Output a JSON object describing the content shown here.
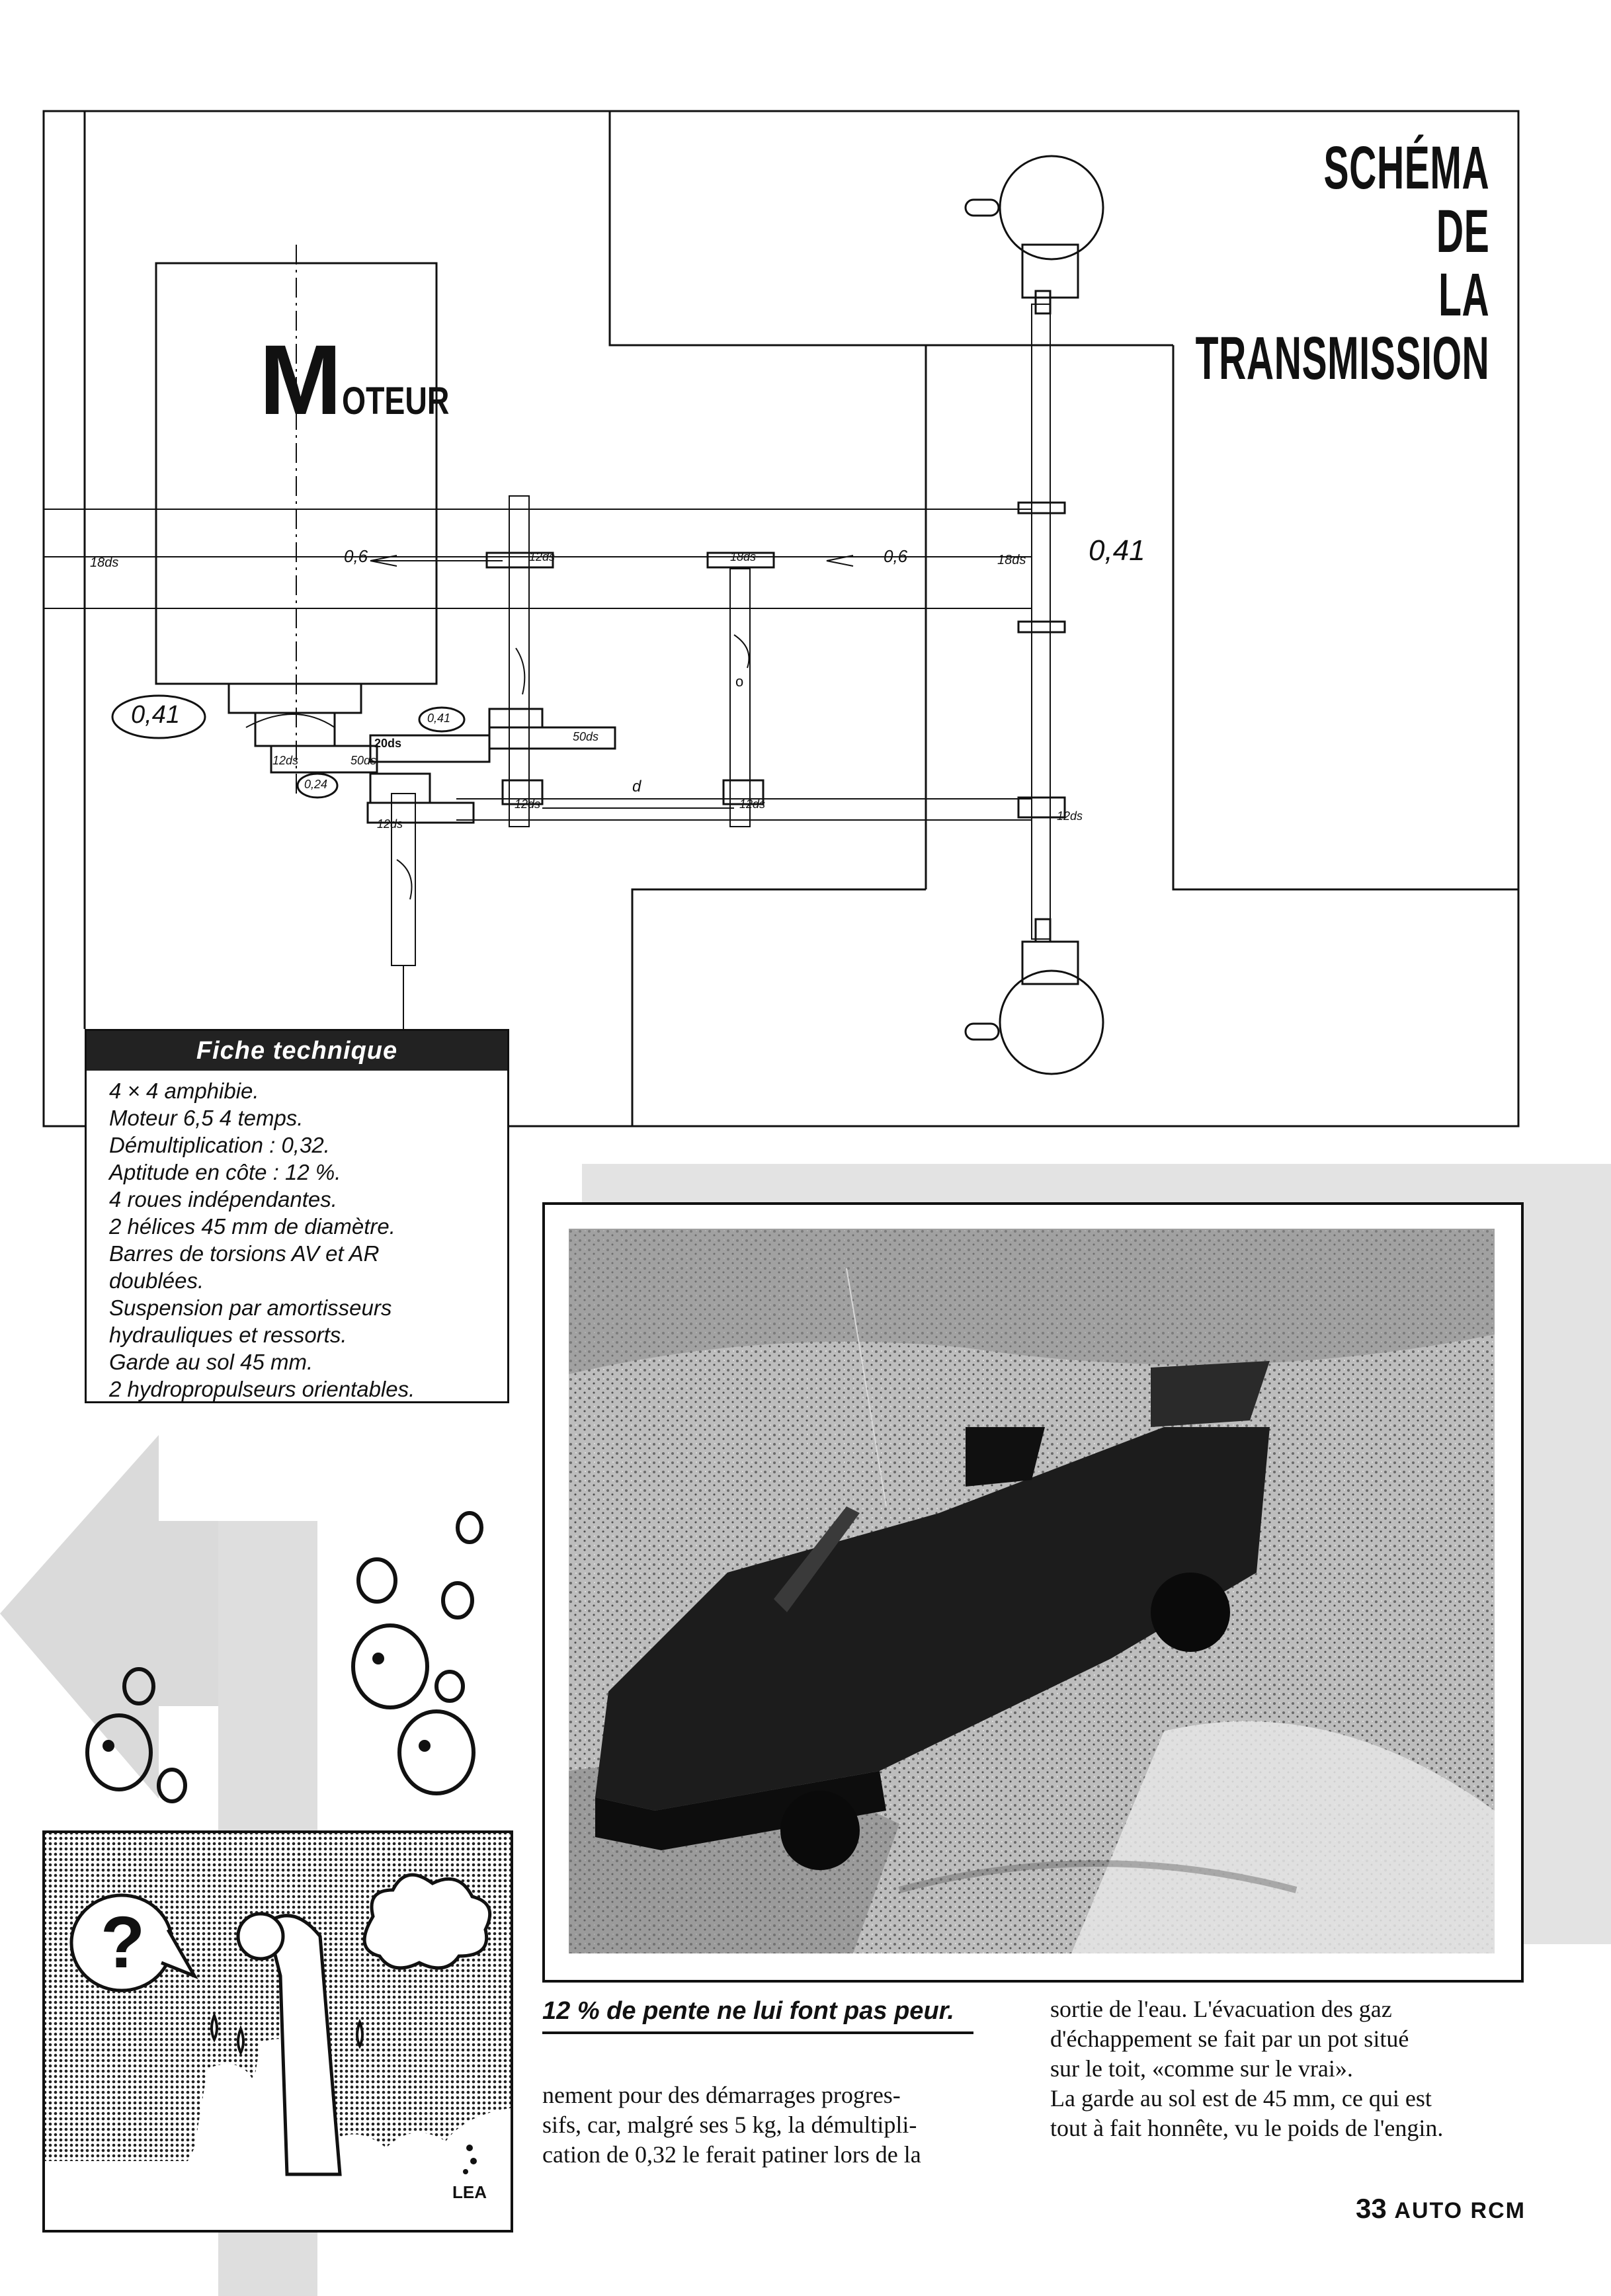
{
  "schema_title": [
    "SCHÉMA",
    "DE",
    "LA",
    "TRANSMISSION"
  ],
  "moteur": {
    "initial": "M",
    "rest": "OTEUR"
  },
  "diagram_labels": {
    "ratio_circle_left": "0,41",
    "ratio_right": "0,41",
    "ratio_06_a": "0,6",
    "ratio_06_b": "0,6",
    "teeth_18_a": "18ds",
    "teeth_12_a": "12ds",
    "teeth_18_b": "18ds",
    "teeth_18_c": "18ds",
    "teeth_20": "20ds",
    "teeth_50_a": "50ds",
    "teeth_50_b": "50ds",
    "teeth_12_b": "12ds",
    "teeth_12_c": "12ds",
    "teeth_12_d": "12ds",
    "teeth_12_e": "12ds",
    "teeth_12_f": "12ds",
    "circle_024": "0,24",
    "circle_041": "0,41",
    "marker_d": "d",
    "marker_o": "o"
  },
  "fiche": {
    "title": "Fiche technique",
    "lines": [
      "4 × 4 amphibie.",
      "Moteur 6,5 4 temps.",
      "Démultiplication : 0,32.",
      "Aptitude en côte : 12 %.",
      "4 roues indépendantes.",
      "2 hélices 45 mm de diamètre.",
      "Barres de torsions AV et AR",
      "doublées.",
      "Suspension par amortisseurs",
      "hydrauliques et ressorts.",
      "Garde au sol 45 mm.",
      "2 hydropropulseurs orientables."
    ]
  },
  "caption": "12 % de pente ne lui font pas peur.",
  "column_left": [
    "nement pour des démarrages progres-",
    "sifs, car, malgré ses 5 kg, la démultipli-",
    "cation de 0,32 le ferait patiner lors de la"
  ],
  "column_right": [
    "sortie de l'eau. L'évacuation des gaz",
    "d'échappement se fait par un pot situé",
    "sur le toit, «comme sur le vrai».",
    "La garde au sol est de 45 mm, ce qui est",
    "tout à fait honnête, vu le poids de l'engin."
  ],
  "cartoon": {
    "question_mark": "?",
    "signature": "LEA"
  },
  "footer": {
    "page_number": "33",
    "magazine": "AUTO RCM"
  }
}
